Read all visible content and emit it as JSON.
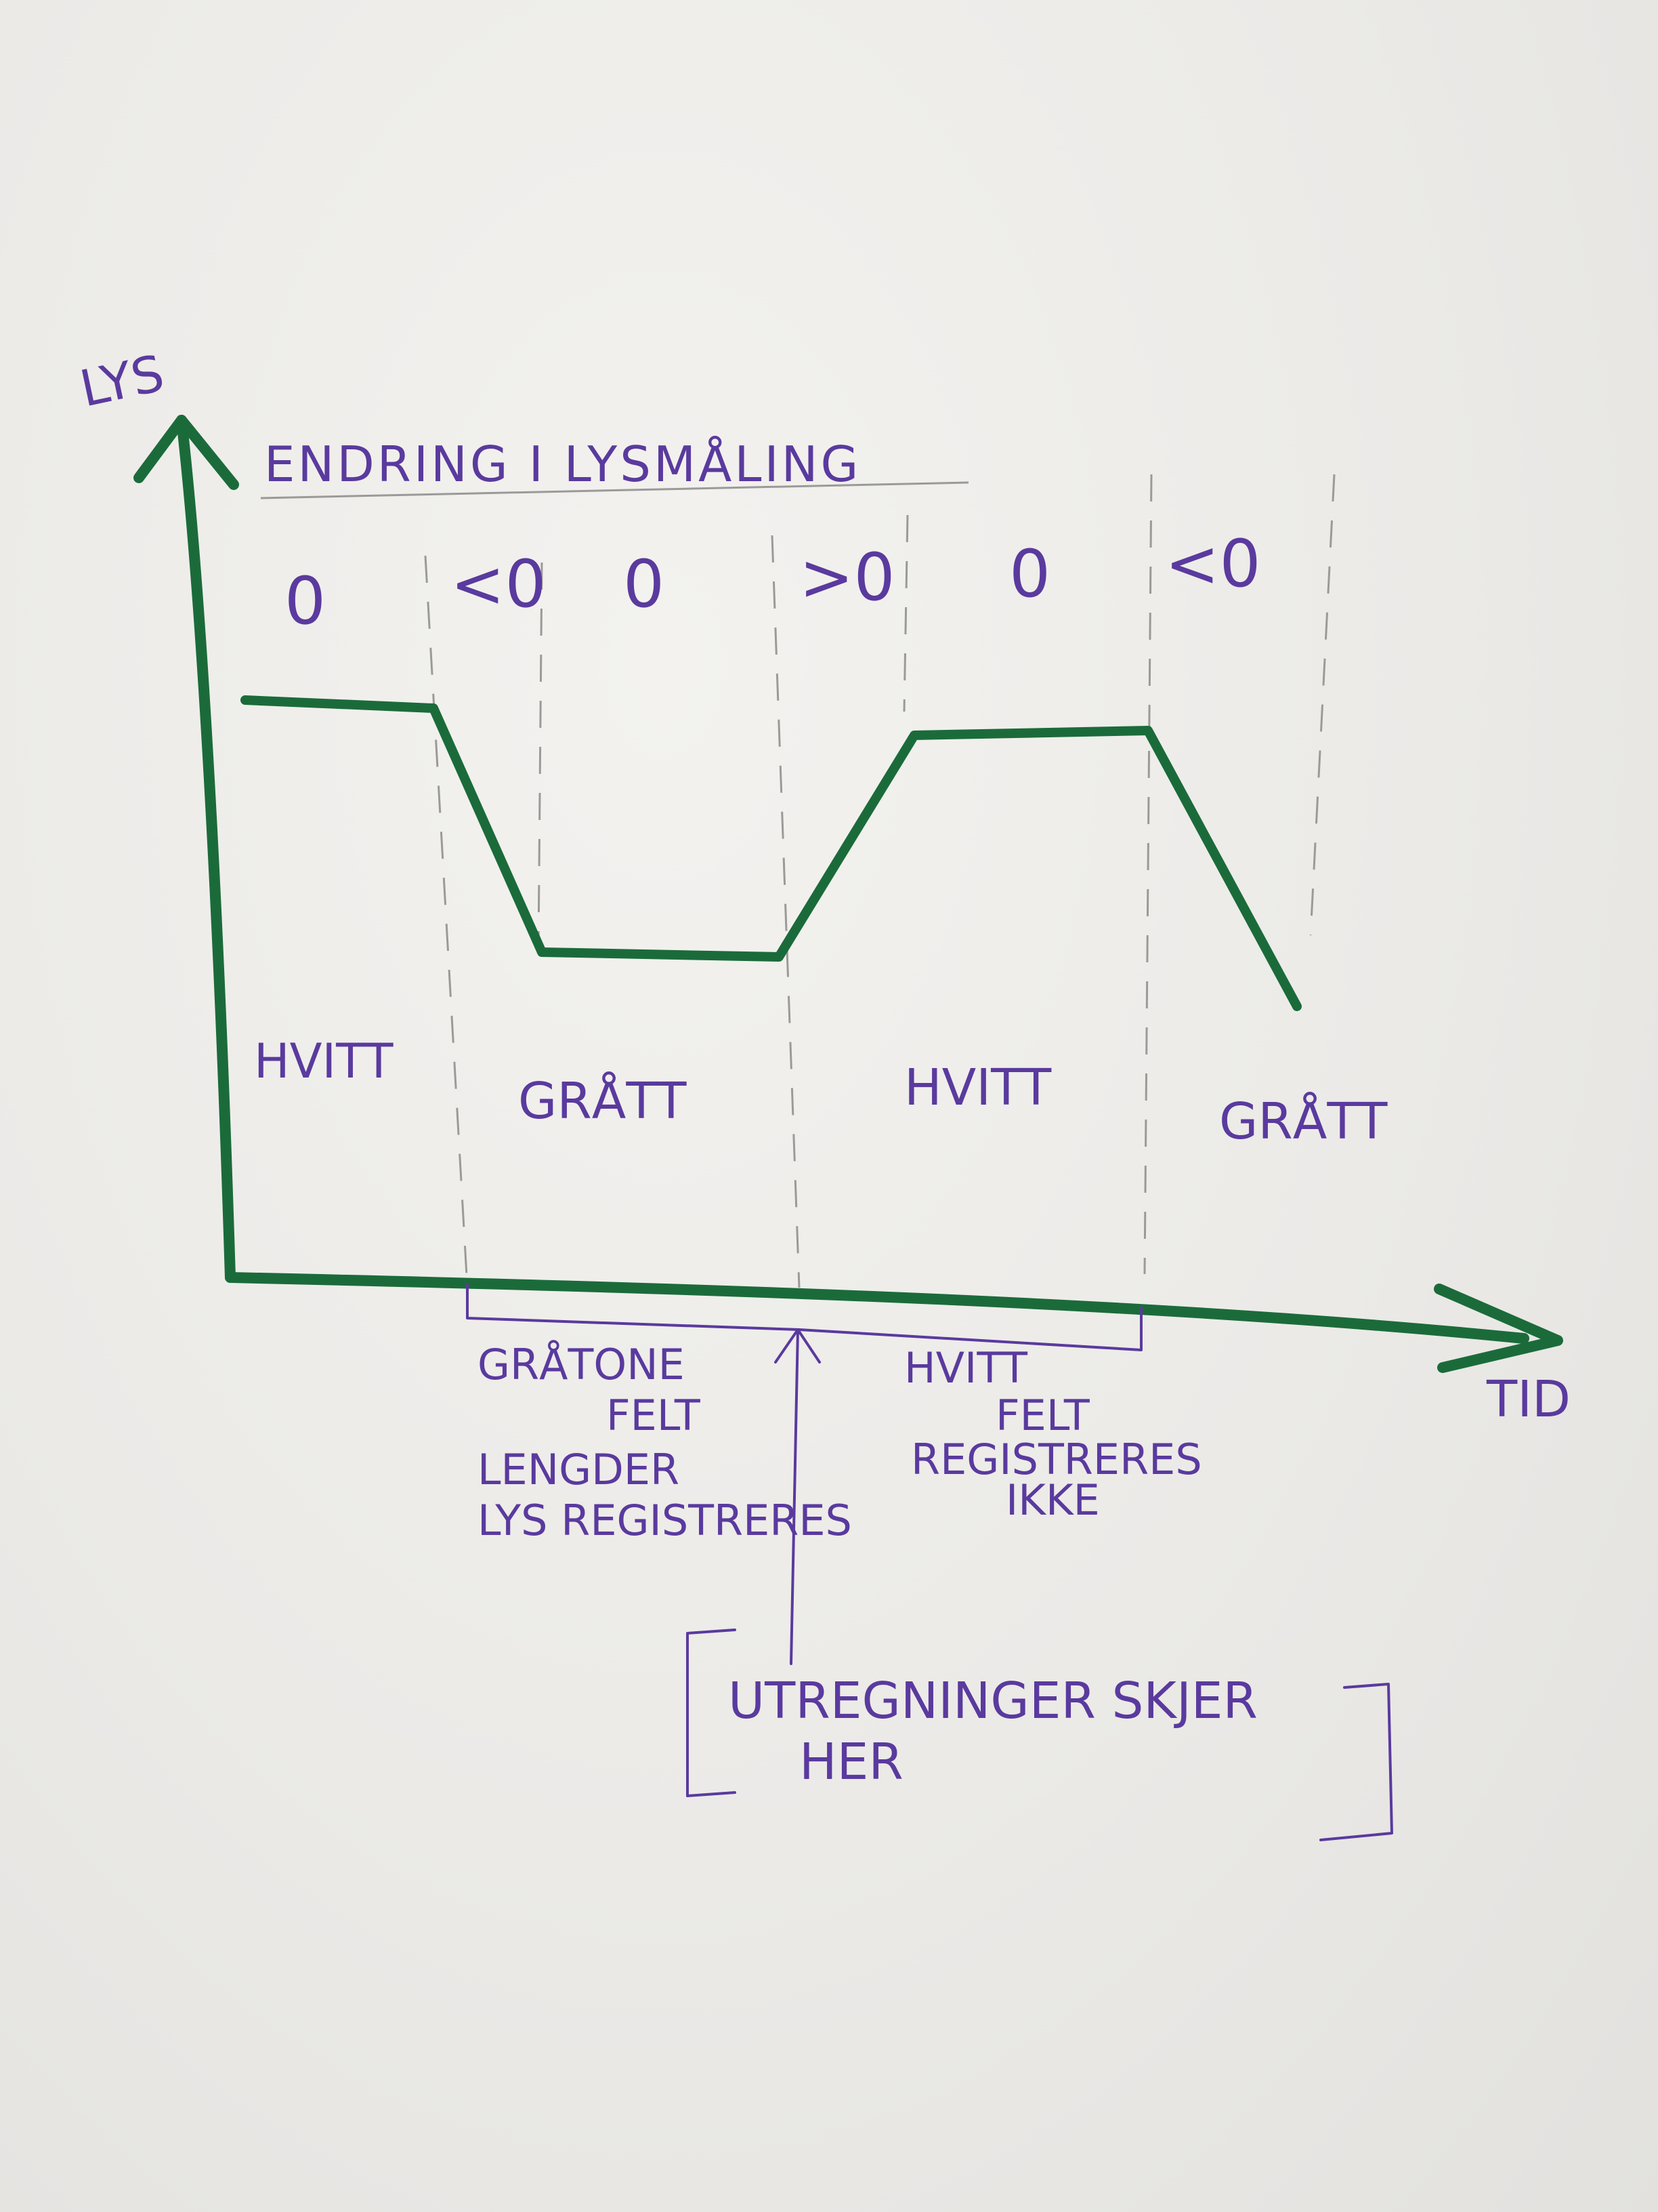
{
  "axes": {
    "y_label": "LYS",
    "x_label": "TID"
  },
  "title": "ENDRING I LYSMÅLING",
  "change_values": [
    "0",
    "<0",
    "0",
    ">0",
    "0",
    "<0"
  ],
  "surface_labels": [
    "HVITT",
    "GRÅTT",
    "HVITT",
    "GRÅTT"
  ],
  "brackets": {
    "gray": {
      "lines": [
        "GRÅTONE",
        "FELT",
        "LENGDER",
        "LYS REGISTRERES"
      ]
    },
    "white": {
      "lines": [
        "HVITT",
        "FELT",
        "REGISTRERES",
        "IKKE"
      ]
    }
  },
  "callout": {
    "lines": [
      "UTREGNINGER SKJER",
      "HER"
    ]
  },
  "colors": {
    "curve": "#1b6b3a",
    "ink": "#5a3a9e",
    "guides": "#9b9a98"
  }
}
